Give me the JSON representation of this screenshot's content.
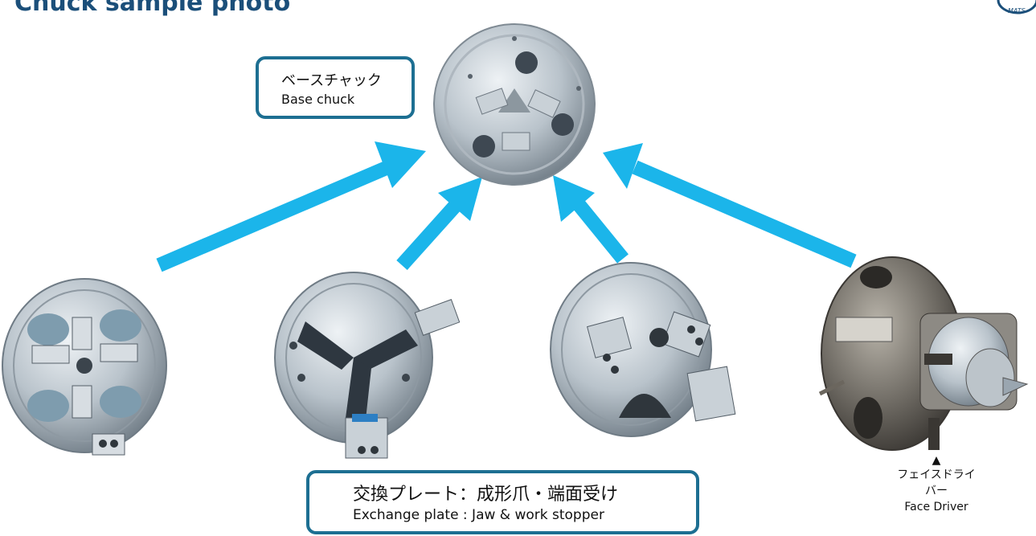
{
  "header": {
    "title": "Chuck sample photo"
  },
  "labels": {
    "base_chuck_jp": "ベースチャック",
    "base_chuck_en": "Base chuck",
    "exchange_plate_jp": "交換プレート：成形爪・端面受け",
    "exchange_plate_en": "Exchange plate : Jaw & work stopper",
    "face_driver_marker": "▲",
    "face_driver_jp": "フェイスドライバー",
    "face_driver_en": "Face Driver",
    "logo_text": "MATS"
  },
  "colors": {
    "arrow": "#1bb5ea",
    "box_border": "#1d6f92",
    "title": "#1b4f7a",
    "metal_light": "#cfd6dc",
    "metal_mid": "#9aa6b0",
    "metal_dark": "#4b5660"
  }
}
